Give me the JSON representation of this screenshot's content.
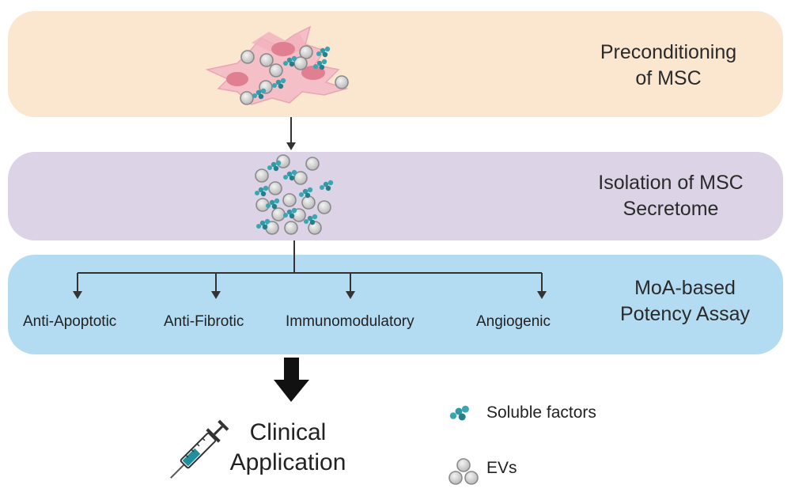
{
  "stages": {
    "preconditioning": {
      "label_line1": "Preconditioning",
      "label_line2": "of MSC"
    },
    "isolation": {
      "label_line1": "Isolation of MSC",
      "label_line2": "Secretome"
    },
    "moa": {
      "label_line1": "MoA-based",
      "label_line2": "Potency Assay"
    }
  },
  "assays": [
    "Anti-Apoptotic",
    "Anti-Fibrotic",
    "Immunomodulatory",
    "Angiogenic"
  ],
  "outcome": {
    "line1": "Clinical",
    "line2": "Application"
  },
  "legend": {
    "soluble": "Soluble factors",
    "evs": "EVs"
  },
  "colors": {
    "preconditioning_band": "#fbe6d0",
    "isolation_band": "#dcd3e6",
    "moa_band": "#b3dcf2",
    "cell_body": "#f5bfc8",
    "nucleus": "#e07f91",
    "ev": "#c8c8c8",
    "soluble_factor": "#2e9aa6"
  },
  "icons": [
    "msc-cells-illustration",
    "secretome-cluster",
    "syringe-icon",
    "soluble-factor-icon",
    "ev-icon"
  ]
}
